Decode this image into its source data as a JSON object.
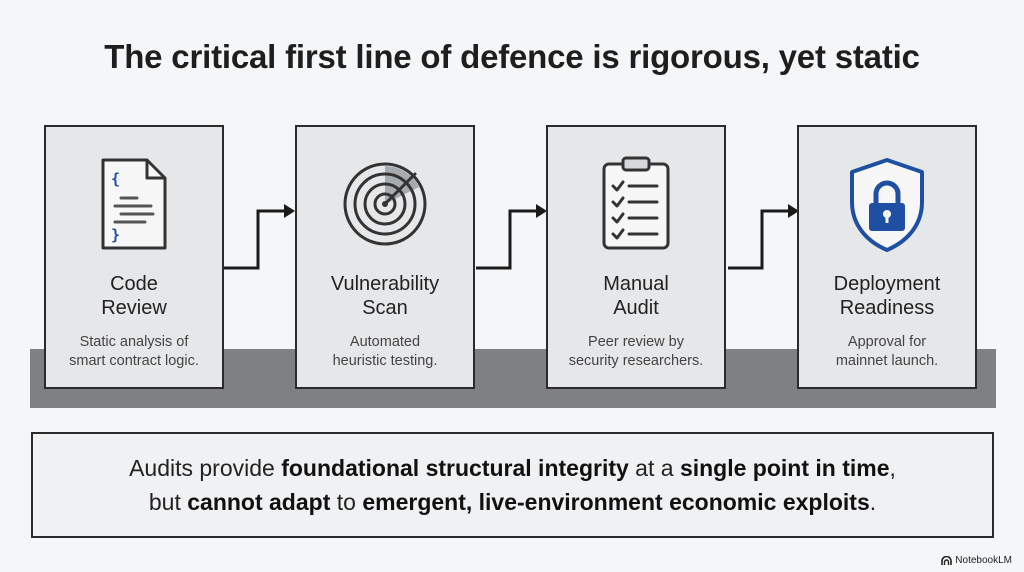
{
  "title": "The critical first line of defence is rigorous, yet static",
  "steps": [
    {
      "name_line1": "Code",
      "name_line2": "Review",
      "desc_line1": "Static analysis of",
      "desc_line2": "smart contract logic.",
      "icon": "code-document-icon"
    },
    {
      "name_line1": "Vulnerability",
      "name_line2": "Scan",
      "desc_line1": "Automated",
      "desc_line2": "heuristic testing.",
      "icon": "radar-scan-icon"
    },
    {
      "name_line1": "Manual",
      "name_line2": "Audit",
      "desc_line1": "Peer review by",
      "desc_line2": "security researchers.",
      "icon": "clipboard-checklist-icon"
    },
    {
      "name_line1": "Deployment",
      "name_line2": "Readiness",
      "desc_line1": "Approval for",
      "desc_line2": "mainnet launch.",
      "icon": "shield-lock-icon"
    }
  ],
  "summary": {
    "line1": [
      {
        "text": "Audits provide ",
        "bold": false
      },
      {
        "text": "foundational structural integrity",
        "bold": true
      },
      {
        "text": " at a ",
        "bold": false
      },
      {
        "text": "single point in time",
        "bold": true
      },
      {
        "text": ",",
        "bold": false
      }
    ],
    "line2": [
      {
        "text": "but ",
        "bold": false
      },
      {
        "text": "cannot adapt",
        "bold": true
      },
      {
        "text": " to ",
        "bold": false
      },
      {
        "text": "emergent, live-environment economic exploits",
        "bold": true
      },
      {
        "text": ".",
        "bold": false
      }
    ]
  },
  "brand": "NotebookLM",
  "colors": {
    "accent_blue": "#1f4fa3",
    "band": "#7e8083",
    "card": "#e6e7e9"
  }
}
